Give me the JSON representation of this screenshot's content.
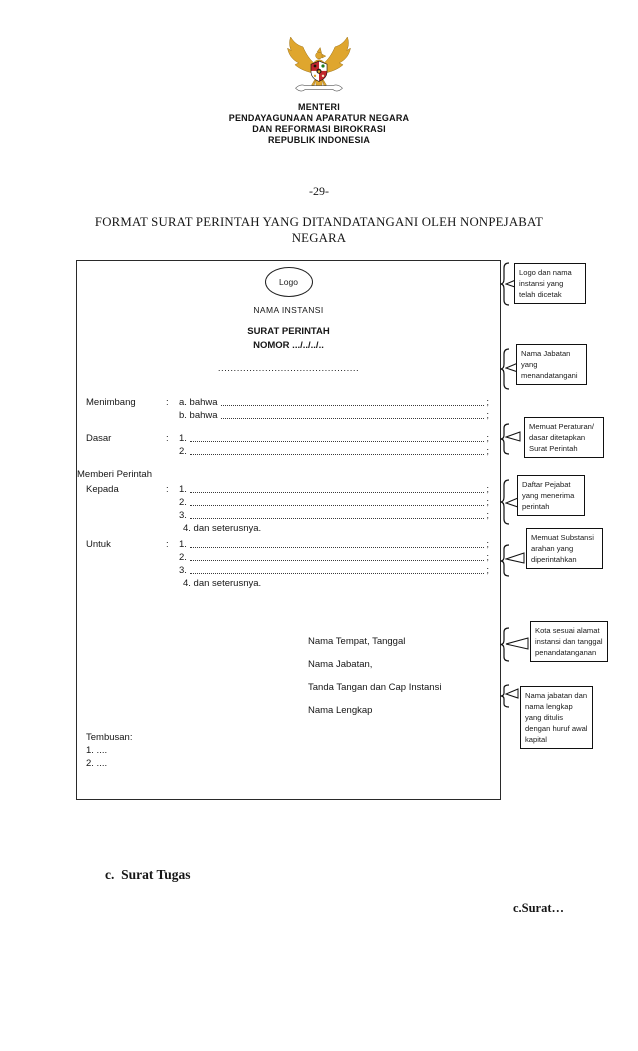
{
  "letterhead": {
    "emblem": "garuda-pancasila",
    "lines": [
      "MENTERI",
      "PENDAYAGUNAAN APARATUR NEGARA",
      "DAN REFORMASI BIROKRASI",
      "REPUBLIK INDONESIA"
    ]
  },
  "page_number": "-29-",
  "title_lines": [
    "FORMAT SURAT PERINTAH YANG DITANDATANGANI OLEH NONPEJABAT",
    "NEGARA"
  ],
  "box": {
    "logo_label": "Logo",
    "institution_label": "NAMA INSTANSI",
    "letter_title": "SURAT PERINTAH",
    "letter_number": "NOMOR .../../../..",
    "dotted_line": ".............................................",
    "menimbang": {
      "label": "Menimbang",
      "colon": ":",
      "rows": [
        {
          "pre": "a. bahwa",
          "end": ";"
        },
        {
          "pre": "b. bahwa",
          "end": ";"
        }
      ]
    },
    "dasar": {
      "label": "Dasar",
      "colon": ":",
      "rows": [
        {
          "pre": "1.",
          "end": ";"
        },
        {
          "pre": "2.",
          "end": ";"
        }
      ]
    },
    "memberi_perintah": "Memberi Perintah",
    "kepada": {
      "label": "Kepada",
      "colon": ":",
      "rows": [
        {
          "pre": "1.",
          "end": ";"
        },
        {
          "pre": "2.",
          "end": ";"
        },
        {
          "pre": "3.",
          "end": ";"
        }
      ],
      "etc": "4. dan seterusnya."
    },
    "untuk": {
      "label": "Untuk",
      "colon": ":",
      "rows": [
        {
          "pre": "1.",
          "end": ";"
        },
        {
          "pre": "2.",
          "end": ";"
        },
        {
          "pre": "3.",
          "end": ";"
        }
      ],
      "etc": "4. dan seterusnya."
    },
    "signature_block": [
      "Nama Tempat, Tanggal",
      "Nama Jabatan,",
      "Tanda Tangan dan Cap Instansi",
      "Nama Lengkap"
    ],
    "tembusan": {
      "label": "Tembusan:",
      "items": [
        "1. ....",
        "2. ...."
      ]
    }
  },
  "annotations": [
    "Logo dan nama instansi yang telah dicetak",
    "Nama  Jabatan yang menandatangani",
    "Memuat Peraturan/ dasar ditetapkan Surat Perintah",
    "Daftar Pejabat yang menerima perintah",
    "Memuat Substansi arahan yang diperintahkan",
    "Kota sesuai alamat instansi dan tanggal penandatanganan",
    "Nama jabatan dan nama lengkap yang ditulis dengan huruf awal kapital"
  ],
  "footer": {
    "section_item": "c.  Surat Tugas",
    "continuation": "c.Surat…"
  },
  "colors": {
    "gold": "#DFA62E",
    "red": "#C1272D",
    "green": "#1E7A1E",
    "ink": "#161616"
  }
}
